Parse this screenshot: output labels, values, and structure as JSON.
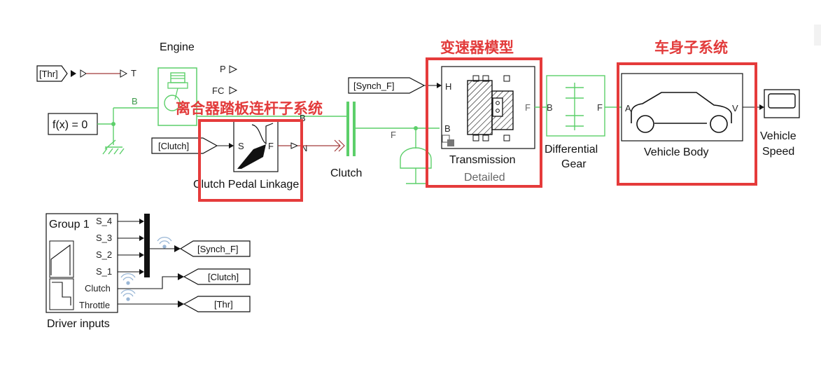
{
  "engine": {
    "title": "Engine",
    "port_b": "B",
    "port_t": "T",
    "port_p": "P",
    "port_fc": "FC"
  },
  "goto_tags": {
    "thr": "[Thr]",
    "synch_f": "[Synch_F]",
    "clutch": "[Clutch]"
  },
  "solver": {
    "label": "f(x) = 0"
  },
  "clutch_pedal": {
    "label": "Clutch Pedal Linkage",
    "port_s": "S",
    "port_f": "F",
    "port_b": "B",
    "port_n": "N"
  },
  "clutch": {
    "label": "Clutch",
    "port_f": "F"
  },
  "transmission": {
    "label": "Transmission",
    "variant": "Detailed",
    "port_h": "H",
    "port_b": "B",
    "port_f": "F"
  },
  "differential": {
    "label_line1": "Differential",
    "label_line2": "Gear",
    "port_b": "B",
    "port_f": "F"
  },
  "vehicle_body": {
    "label": "Vehicle Body",
    "port_a": "A",
    "port_v": "V"
  },
  "speed_scope": {
    "label_line1": "Vehicle",
    "label_line2": "Speed"
  },
  "driver_inputs": {
    "label": "Driver inputs",
    "group": "Group 1",
    "outputs": [
      "S_4",
      "S_3",
      "S_2",
      "S_1",
      "Clutch",
      "Throttle"
    ]
  },
  "from_tags": {
    "synch_f": "[Synch_F]",
    "clutch": "[Clutch]",
    "thr": "[Thr]"
  },
  "annotations": {
    "clutch_subsystem": "离合器踏板连杆子系统",
    "transmission_model": "变速器模型",
    "body_subsystem": "车身子系统"
  },
  "colors": {
    "annotation_red": "#e53b3b",
    "physical_line": "#5ccf6a",
    "signal_line": "#111111"
  }
}
